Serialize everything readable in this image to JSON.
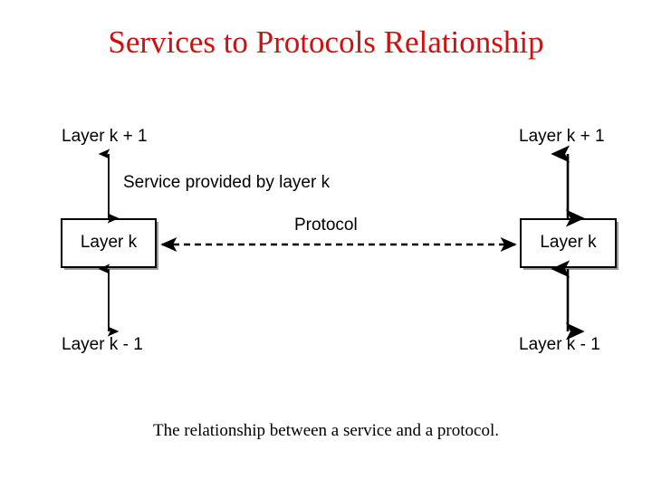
{
  "slide": {
    "title": "Services to Protocols Relationship",
    "caption": "The relationship between a service and a protocol.",
    "background_color": "#ffffff",
    "title_color": "#cc1111",
    "text_color": "#000000"
  },
  "diagram": {
    "left_stack": {
      "top_label": "Layer k + 1",
      "box_label": "Layer k",
      "bottom_label": "Layer k - 1"
    },
    "right_stack": {
      "top_label": "Layer k + 1",
      "box_label": "Layer k",
      "bottom_label": "Layer k - 1"
    },
    "service_label": "Service provided by layer k",
    "protocol_label": "Protocol",
    "connector": {
      "style": "dashed",
      "arrowheads": "both",
      "color": "#000000"
    },
    "box_style": {
      "fill": "#ffffff",
      "stroke": "#000000",
      "shadow": "#999999"
    }
  }
}
